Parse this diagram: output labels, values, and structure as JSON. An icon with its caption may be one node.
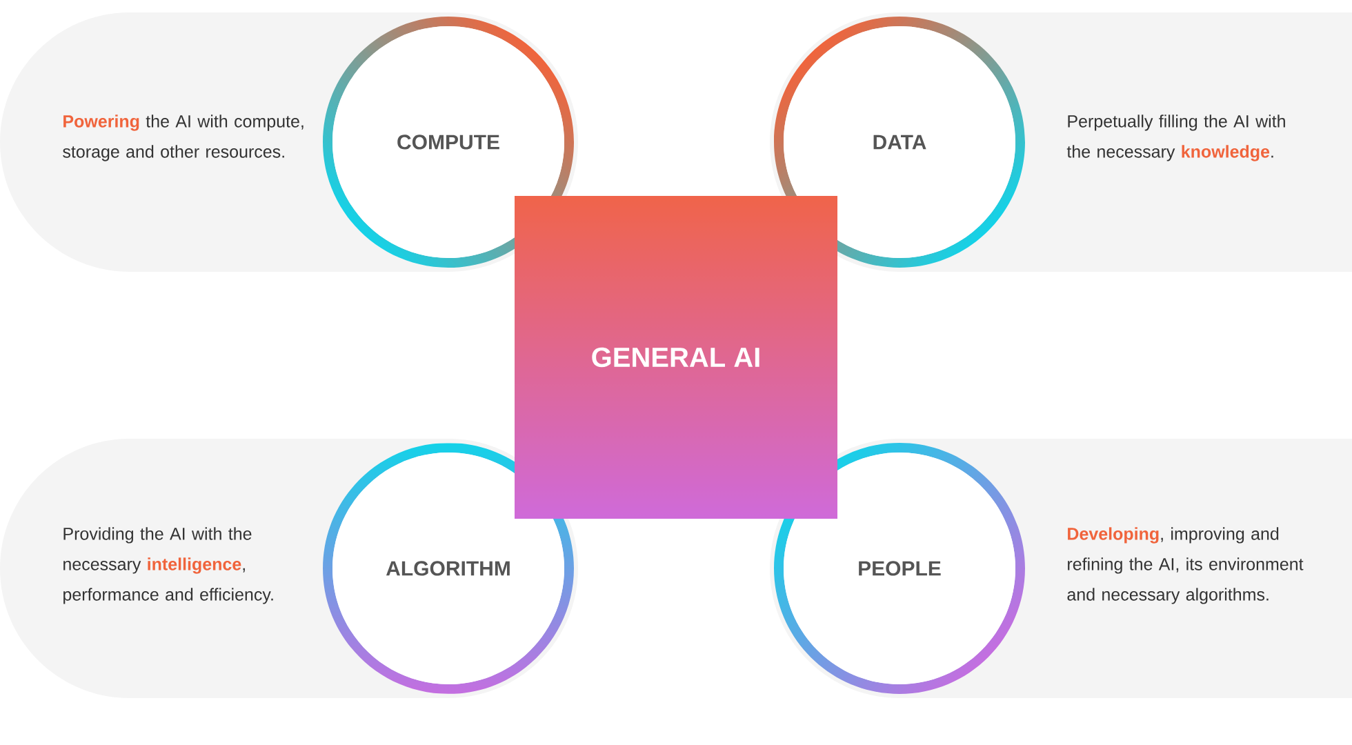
{
  "diagram": {
    "nodes": [
      {
        "text": [
          "GENERAL AI"
        ]
      },
      {
        "text": [
          "COMPUTE"
        ],
        "beside": [
          "**Powering** the AI with compute, storage and other resources."
        ]
      },
      {
        "text": [
          "DATA"
        ],
        "beside": [
          "Perpetually filling the AI with the necessary **knowledge**."
        ]
      },
      {
        "text": [
          "ALGORITHM"
        ],
        "beside": [
          "Providing the AI with the necessary **intelligence**, performance and efficiency."
        ]
      },
      {
        "text": [
          "PEOPLE"
        ],
        "beside": [
          "**Developing**, improving and refining the AI, its environment and necessary algorithms."
        ]
      }
    ]
  }
}
